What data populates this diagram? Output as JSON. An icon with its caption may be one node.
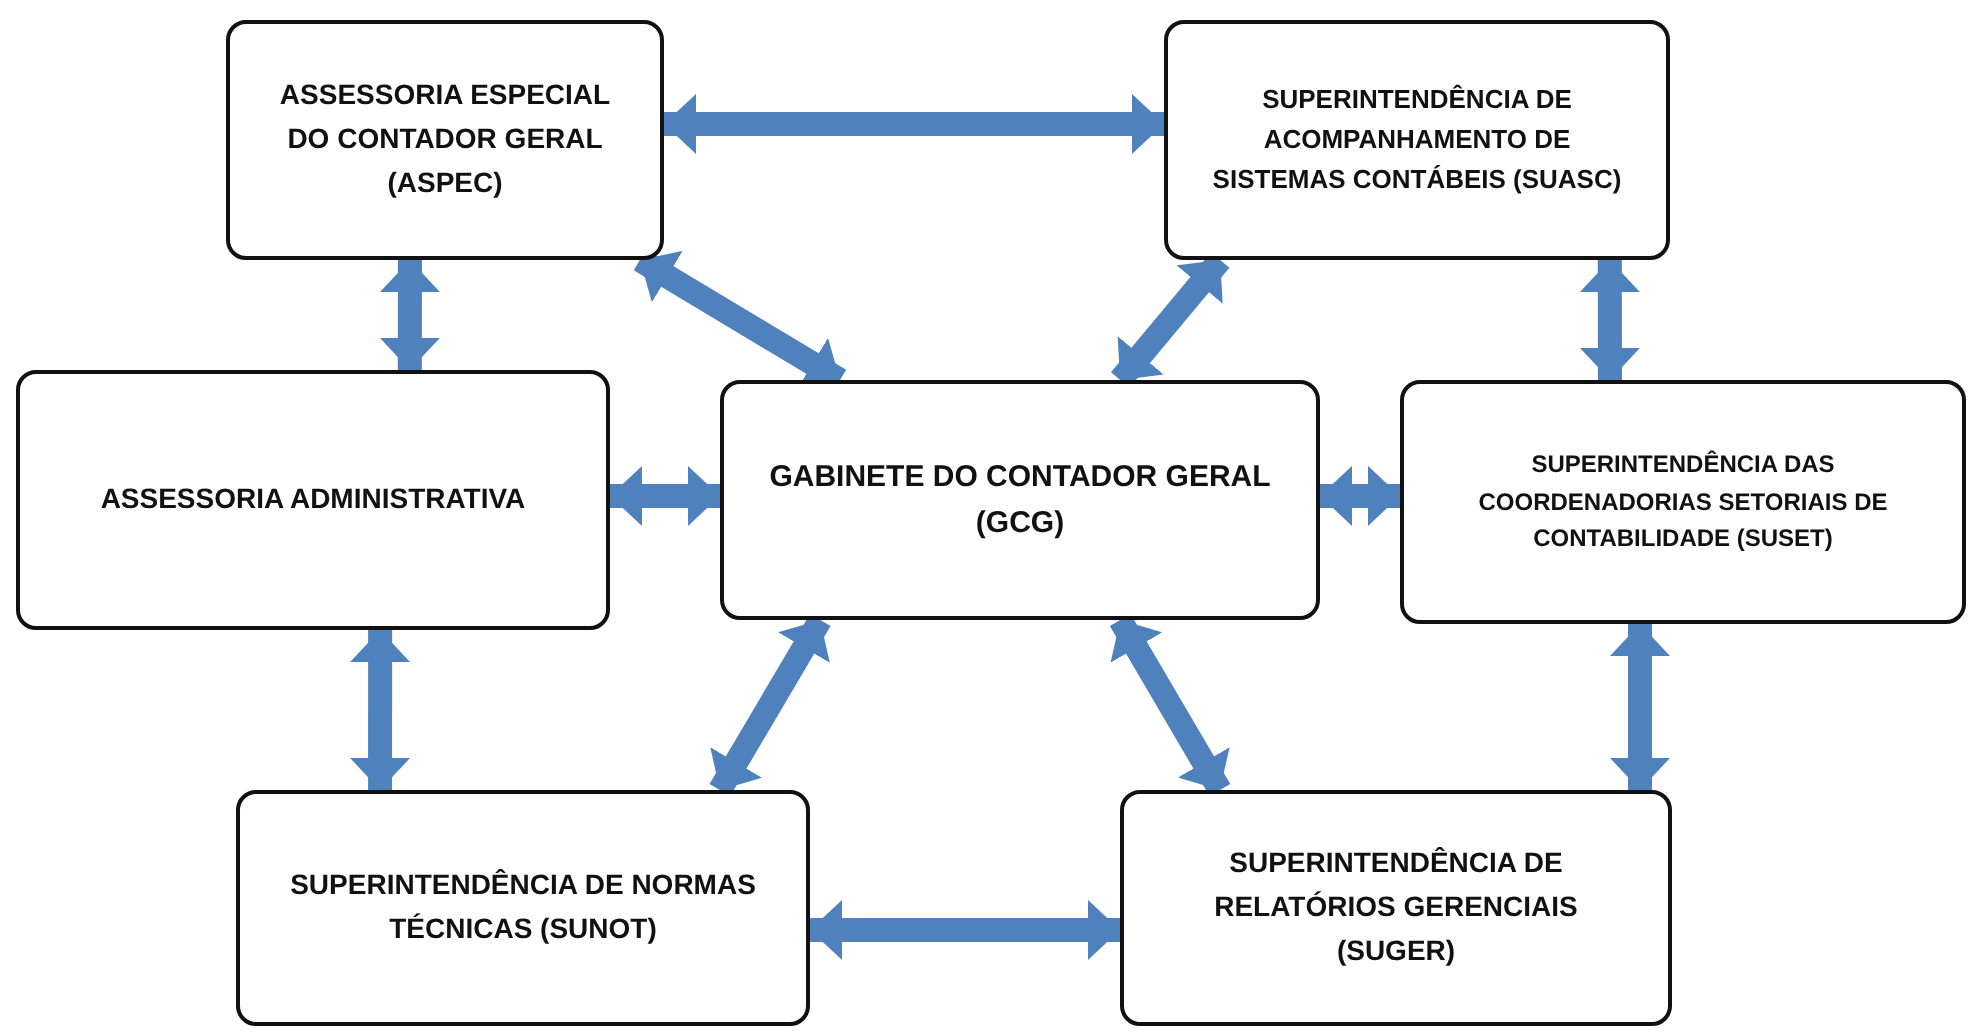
{
  "diagram": {
    "nodes": [
      {
        "text": [
          "ASSESSORIA ESPECIAL DO CONTADOR GERAL (ASPEC)"
        ]
      },
      {
        "text": [
          "SUPERINTENDÊNCIA DE ACOMPANHAMENTO DE SISTEMAS CONTÁBEIS (SUASC)"
        ]
      },
      {
        "text": [
          "ASSESSORIA ADMINISTRATIVA"
        ]
      },
      {
        "text": [
          "GABINETE DO CONTADOR GERAL (GCG)"
        ]
      },
      {
        "text": [
          "SUPERINTENDÊNCIA DAS COORDENADORIAS SETORIAIS DE CONTABILIDADE (SUSET)"
        ]
      },
      {
        "text": [
          "SUPERINTENDÊNCIA DE NORMAS TÉCNICAS (SUNOT)"
        ]
      },
      {
        "text": [
          "SUPERINTENDÊNCIA DE RELATÓRIOS GERENCIAIS (SUGER)"
        ]
      }
    ],
    "edges": [
      {
        "from": 0,
        "to": 1,
        "arrow": "both"
      },
      {
        "from": 0,
        "to": 2,
        "arrow": "both"
      },
      {
        "from": 0,
        "to": 3,
        "arrow": "both"
      },
      {
        "from": 1,
        "to": 3,
        "arrow": "both"
      },
      {
        "from": 1,
        "to": 4,
        "arrow": "both"
      },
      {
        "from": 2,
        "to": 3,
        "arrow": "both"
      },
      {
        "from": 3,
        "to": 4,
        "arrow": "both"
      },
      {
        "from": 2,
        "to": 5,
        "arrow": "both"
      },
      {
        "from": 5,
        "to": 3,
        "arrow": "both"
      },
      {
        "from": 3,
        "to": 6,
        "arrow": "both"
      },
      {
        "from": 4,
        "to": 6,
        "arrow": "both"
      },
      {
        "from": 5,
        "to": 6,
        "arrow": "both"
      }
    ]
  }
}
